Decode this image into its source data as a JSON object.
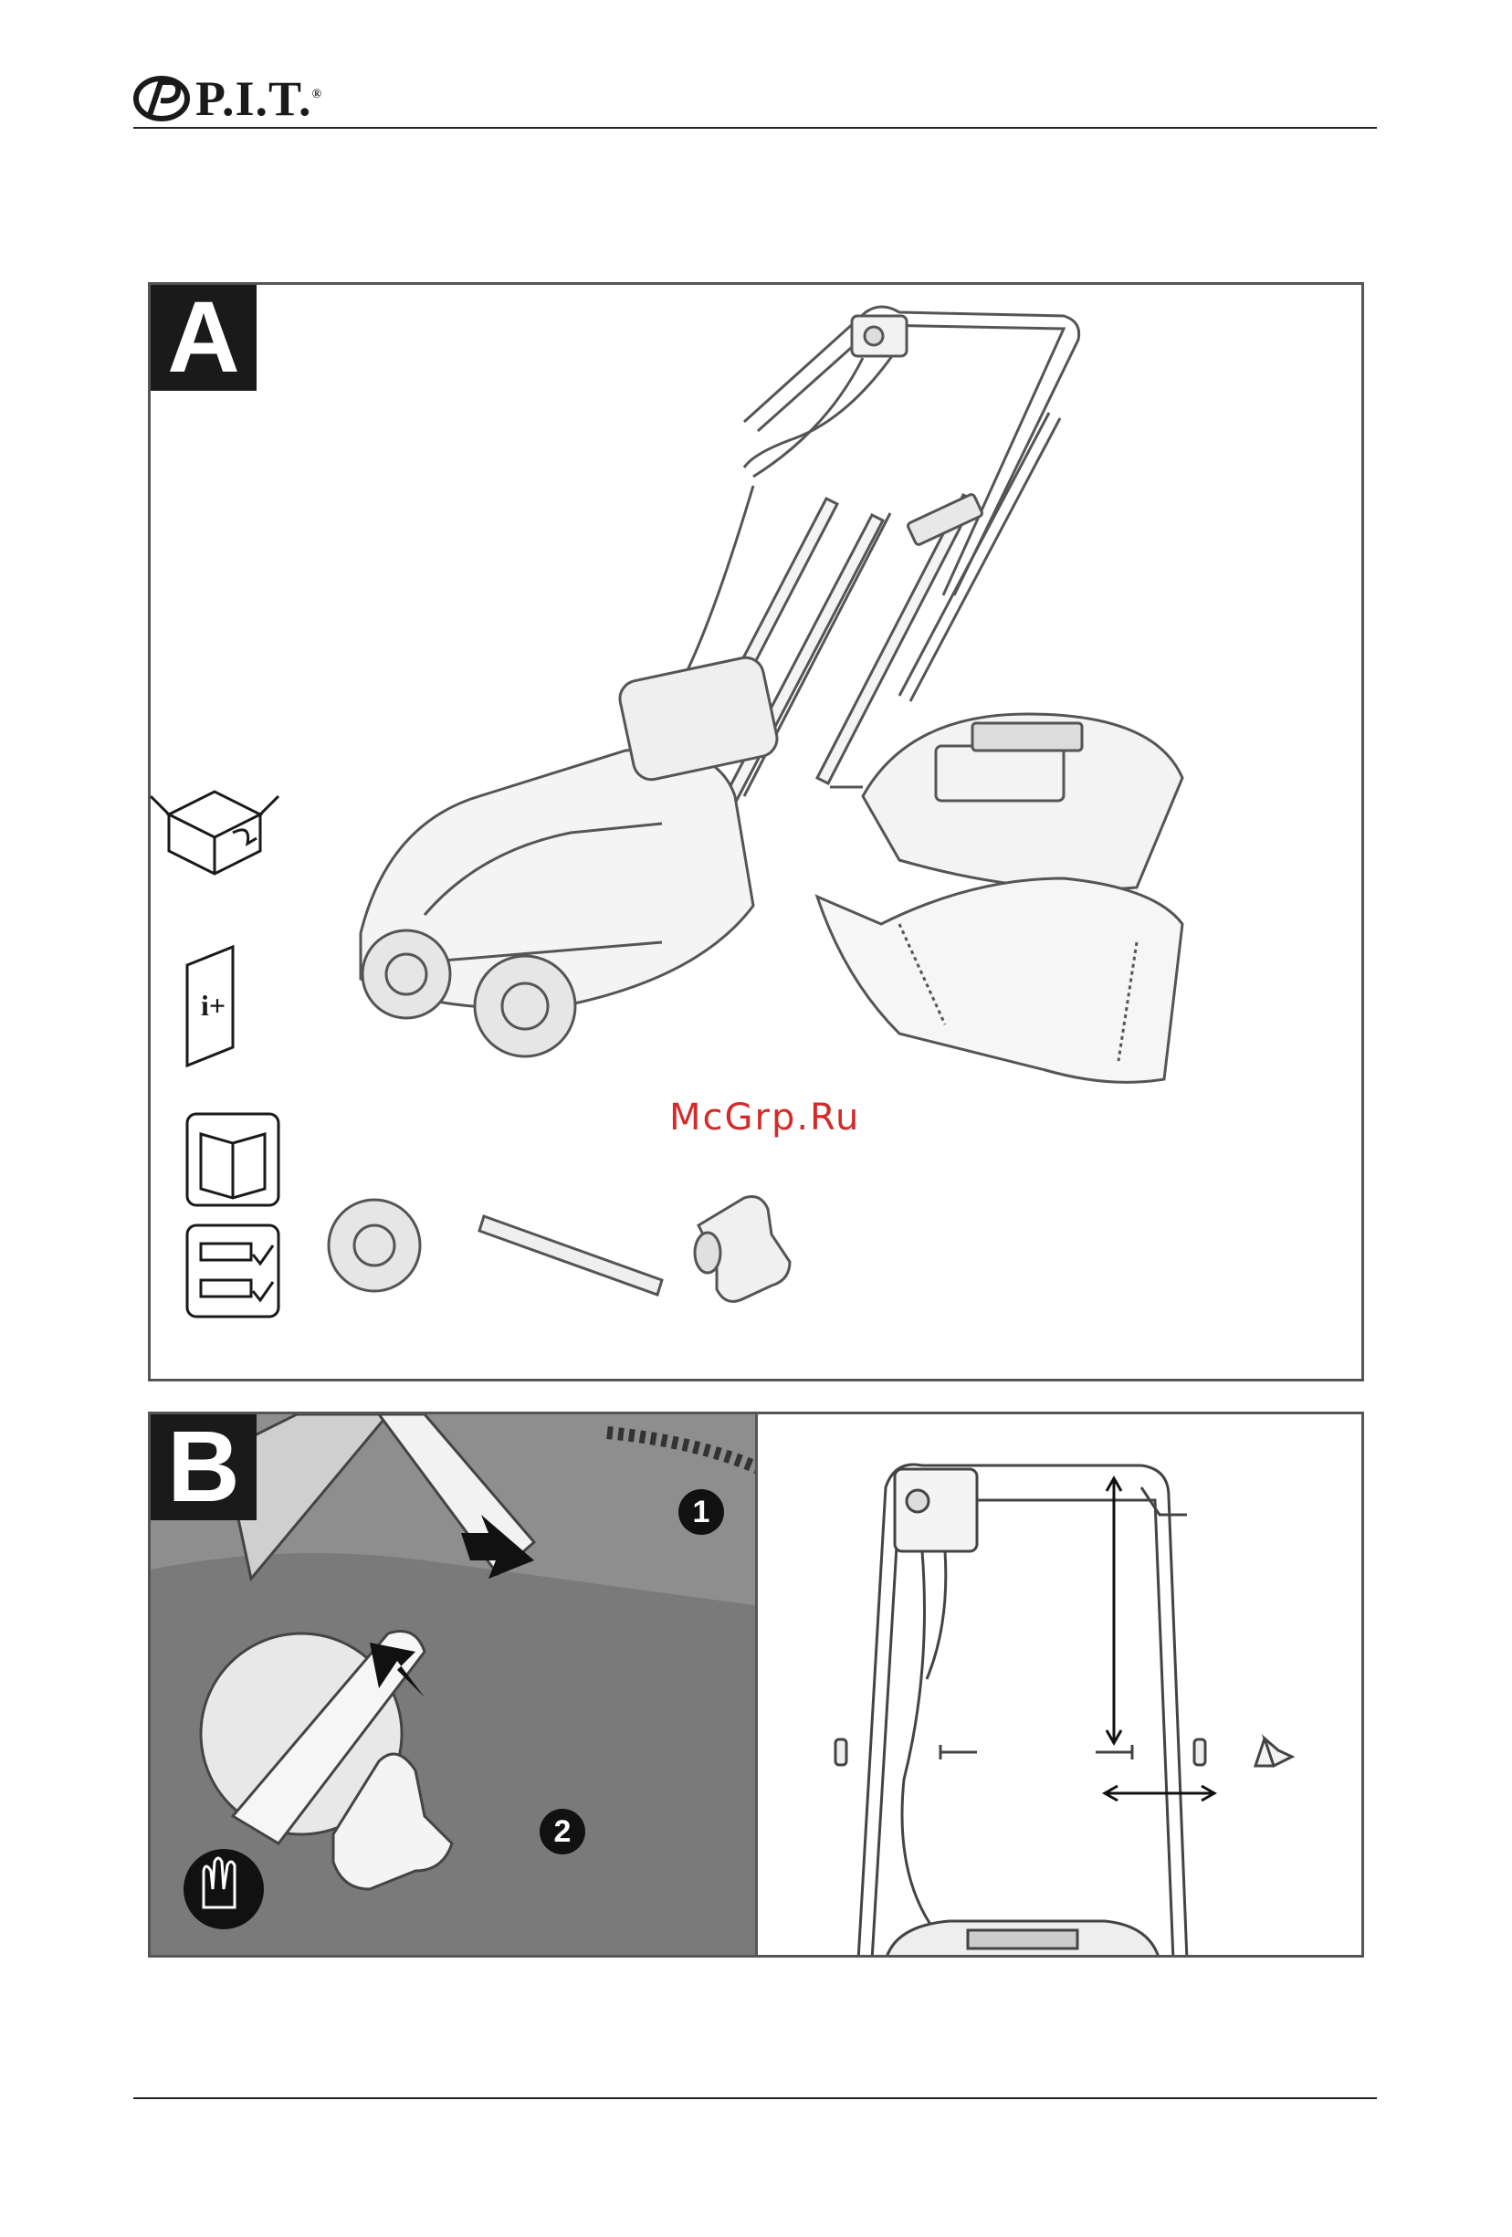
{
  "header": {
    "brand": "P.I.T.",
    "registered": "®"
  },
  "figure_a": {
    "label": "A",
    "watermark": "McGrp.Ru",
    "icons": [
      "open-box-icon",
      "info-booklet-icon",
      "manual-book-icon",
      "checklist-icon"
    ]
  },
  "figure_b": {
    "label": "B",
    "steps": [
      "1",
      "2"
    ],
    "icons": [
      "gloves-icon"
    ]
  },
  "colors": {
    "badge": "#1a1a1a",
    "watermark": "#d42a2a",
    "panel_b_bg": "#8e8e8e"
  }
}
